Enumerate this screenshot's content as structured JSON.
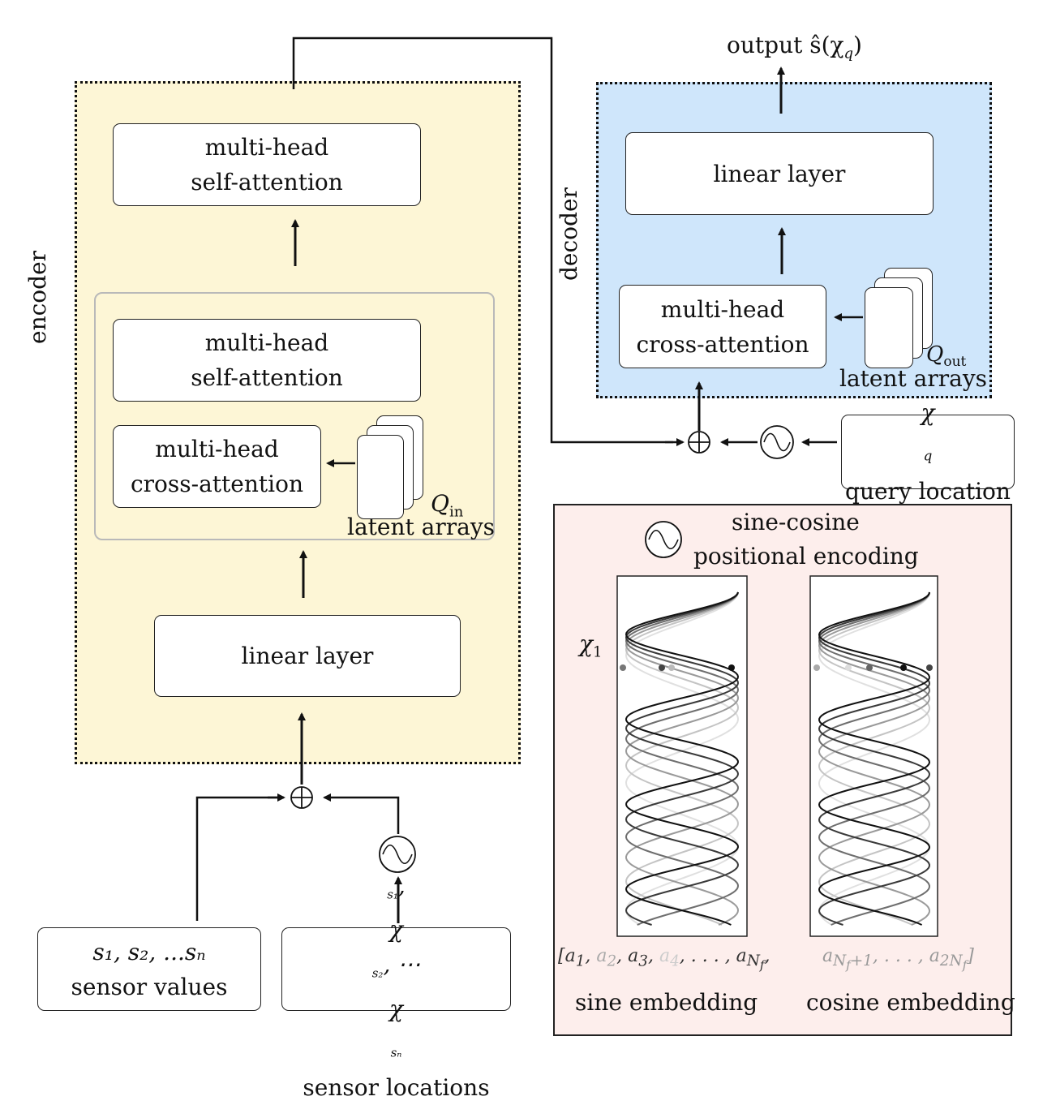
{
  "encoder": {
    "label": "encoder",
    "top_block": {
      "line1": "multi-head",
      "line2": "self-attention"
    },
    "inner_self": {
      "line1": "multi-head",
      "line2": "self-attention"
    },
    "inner_cross": {
      "line1": "multi-head",
      "line2": "cross-attention"
    },
    "q_label": "Q",
    "q_sub": "in",
    "latent_label": "latent arrays",
    "linear": "linear layer"
  },
  "decoder": {
    "label": "decoder",
    "linear": "linear layer",
    "cross": {
      "line1": "multi-head",
      "line2": "cross-attention"
    },
    "q_label": "Q",
    "q_sub": "out",
    "latent_label": "latent arrays",
    "output_text": "output ŝ(χ",
    "output_sub": "q",
    "output_close": ")"
  },
  "inputs": {
    "sensor_values": {
      "math": "s₁, s₂, ...sₙ",
      "label": "sensor values"
    },
    "sensor_locations": {
      "math": "χ",
      "label": "sensor locations"
    },
    "query": {
      "math": "χ",
      "math_sub": "q",
      "label": "query location"
    }
  },
  "positional_encoding": {
    "title_line1": "sine-cosine",
    "title_line2": "positional encoding",
    "chi_label": "χ",
    "chi_sub": "1",
    "sine_label": "sine embedding",
    "cosine_label": "cosine embedding"
  },
  "colors": {
    "encoder_bg": "#fdf6d6",
    "decoder_bg": "#cfe6fb",
    "pe_bg": "#fdeeec"
  }
}
